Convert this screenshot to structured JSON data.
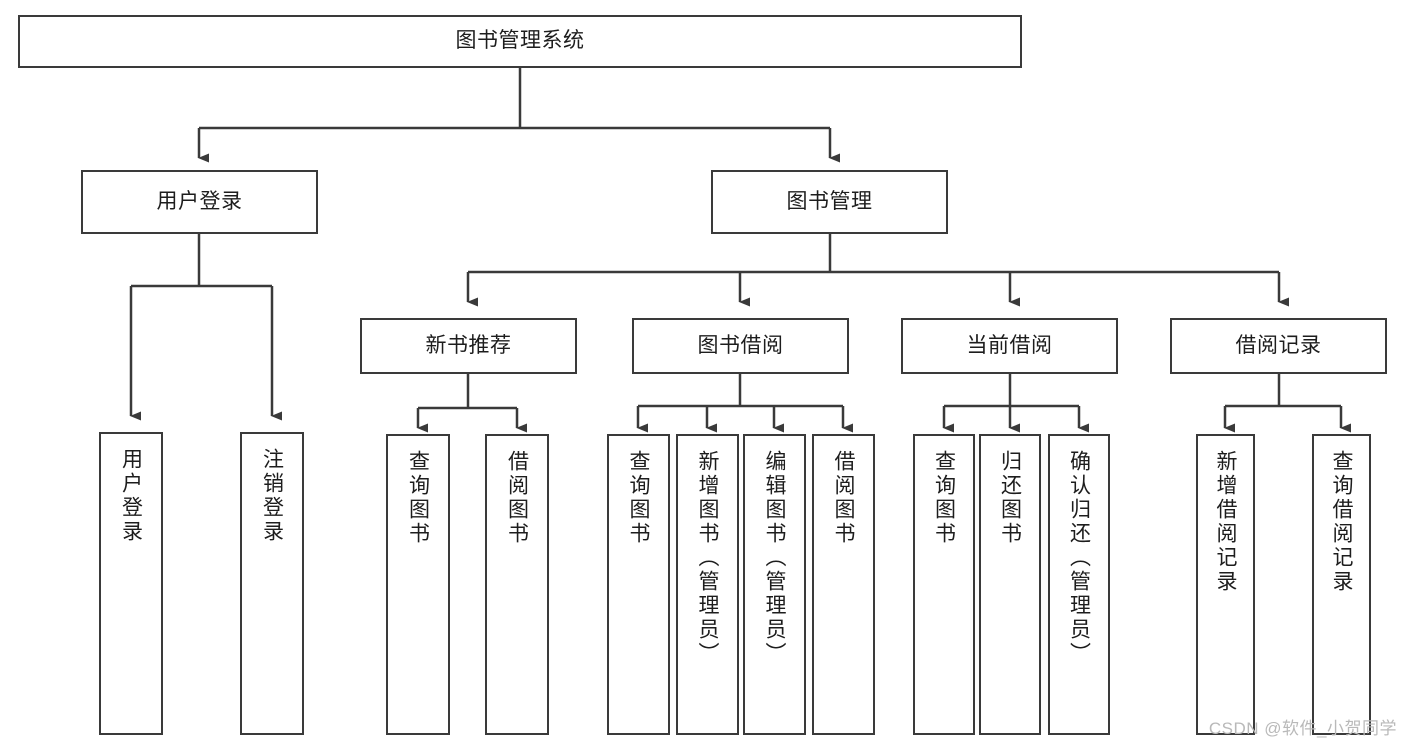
{
  "diagram": {
    "title": "图书管理系统",
    "type": "tree-hierarchy-diagram",
    "watermark": "CSDN @软件_小贺同学",
    "colors": {
      "border": "#3a3a3a",
      "text": "#1d1d1d",
      "background": "#ffffff",
      "watermark": "#b9b9b9"
    },
    "root": {
      "label": "图书管理系统"
    },
    "level2": [
      {
        "label": "用户登录"
      },
      {
        "label": "图书管理"
      }
    ],
    "level3": [
      {
        "label": "新书推荐"
      },
      {
        "label": "图书借阅"
      },
      {
        "label": "当前借阅"
      },
      {
        "label": "借阅记录"
      }
    ],
    "leaves": {
      "user_login": [
        {
          "label": "用户登录"
        },
        {
          "label": "注销登录"
        }
      ],
      "new_book": [
        {
          "label": "查询图书"
        },
        {
          "label": "借阅图书"
        }
      ],
      "book_borrow": [
        {
          "label": "查询图书"
        },
        {
          "label": "新增图书（管理员）"
        },
        {
          "label": "编辑图书（管理员）"
        },
        {
          "label": "借阅图书"
        }
      ],
      "current_borrow": [
        {
          "label": "查询图书"
        },
        {
          "label": "归还图书"
        },
        {
          "label": "确认归还（管理员）"
        }
      ],
      "borrow_record": [
        {
          "label": "新增借阅记录"
        },
        {
          "label": "查询借阅记录"
        }
      ]
    }
  }
}
